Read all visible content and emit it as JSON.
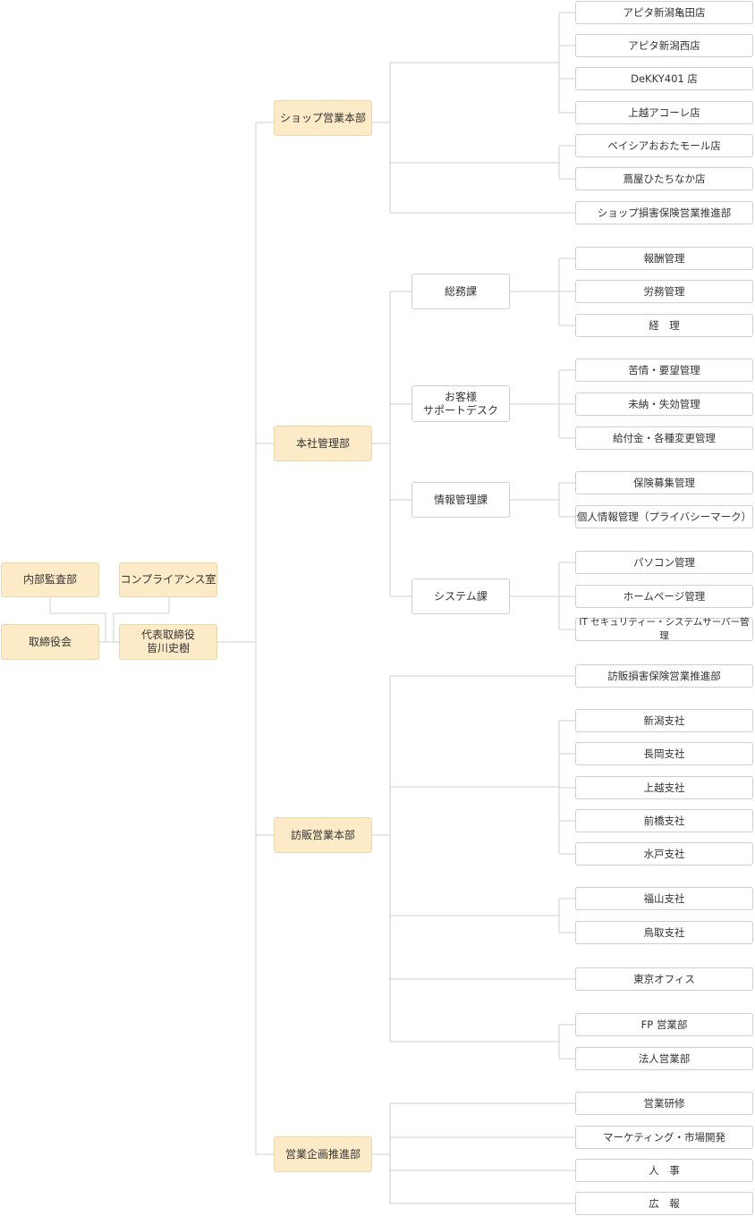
{
  "executive": {
    "internal_audit": "内部監査部",
    "compliance": "コンプライアンス室",
    "board": "取締役会",
    "ceo": "代表取締役\n皆川史樹"
  },
  "shop": {
    "label": "ショップ営業本部",
    "group1": [
      "アピタ新潟亀田店",
      "アピタ新潟西店",
      "DeKKY401 店",
      "上越アコーレ店"
    ],
    "group2": [
      "ベイシアおおたモール店",
      "蔦屋ひたちなか店"
    ],
    "direct": "ショップ損害保険営業推進部"
  },
  "hq": {
    "label": "本社管理部",
    "general_affairs": {
      "label": "総務課",
      "items": [
        "報酬管理",
        "労務管理",
        "経　理"
      ]
    },
    "support_desk": {
      "label": "お客様\nサポートデスク",
      "items": [
        "苦情・要望管理",
        "未納・失効管理",
        "給付金・各種変更管理"
      ]
    },
    "info_mgmt": {
      "label": "情報管理課",
      "items": [
        "保険募集管理",
        "個人情報管理（プライバシーマーク）"
      ]
    },
    "system": {
      "label": "システム課",
      "items": [
        "パソコン管理",
        "ホームページ管理",
        "IT セキュリティー・システムサーバー管理"
      ]
    }
  },
  "visit": {
    "label": "訪販営業本部",
    "direct": "訪販損害保険営業推進部",
    "branches1": [
      "新潟支社",
      "長岡支社",
      "上越支社",
      "前橋支社",
      "水戸支社"
    ],
    "branches2": [
      "福山支社",
      "鳥取支社"
    ],
    "tokyo": "東京オフィス",
    "group3": [
      "FP 営業部",
      "法人営業部"
    ]
  },
  "planning": {
    "label": "営業企画推進部",
    "items": [
      "営業研修",
      "マーケティング・市場開発",
      "人　事",
      "広　報"
    ]
  }
}
